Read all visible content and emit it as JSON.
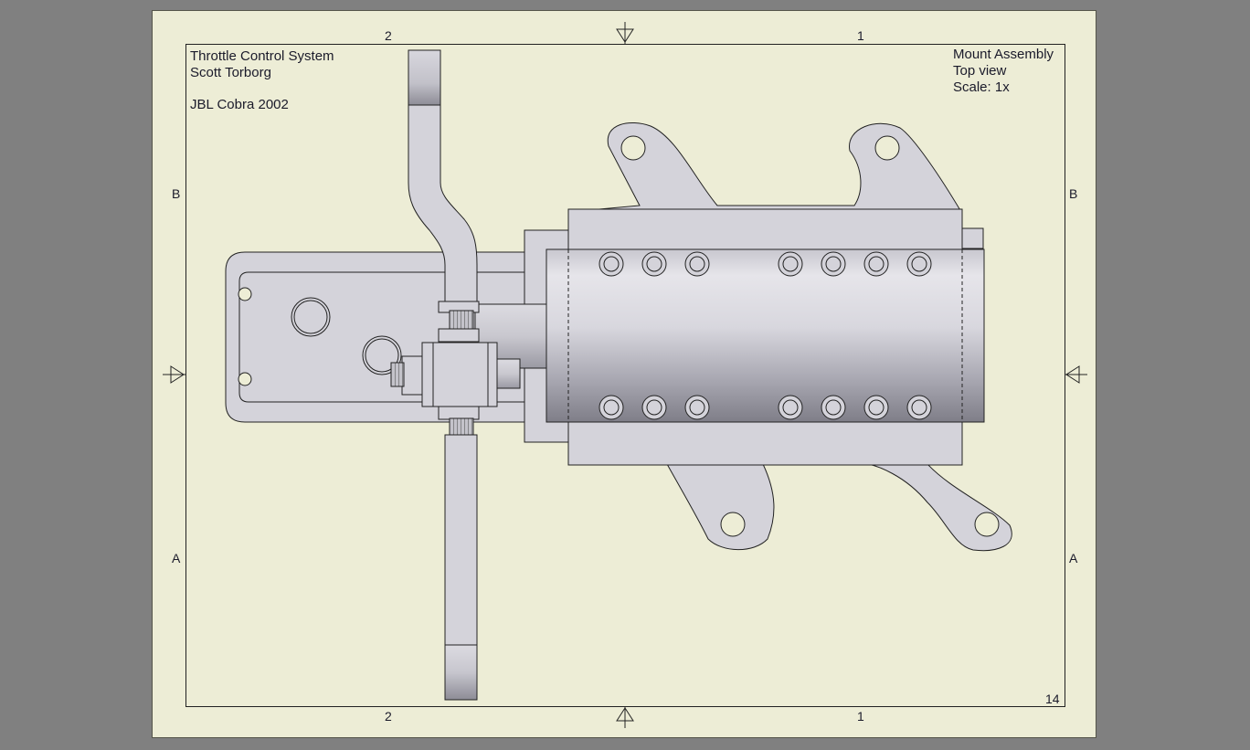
{
  "title_block": {
    "project": "Throttle Control System",
    "author": "Scott Torborg",
    "vehicle": "JBL Cobra 2002"
  },
  "view_block": {
    "name": "Mount Assembly",
    "view": "Top view",
    "scale": "Scale: 1x"
  },
  "zones": {
    "col_left": "2",
    "col_right": "1",
    "row_top": "B",
    "row_bottom": "A"
  },
  "sheet_number": "14",
  "colors": {
    "background": "#808080",
    "sheet": "#ededd6",
    "part_fill": "#d4d3da",
    "outline": "#222222"
  }
}
